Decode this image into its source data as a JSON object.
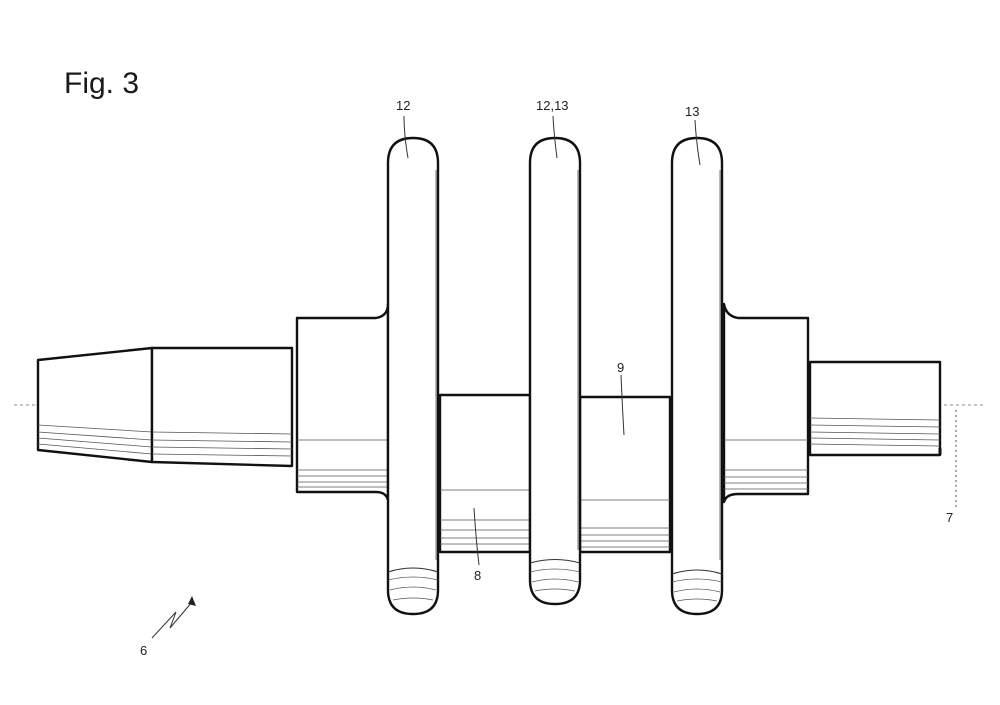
{
  "figure": {
    "title": "Fig. 3",
    "labels": {
      "web_left": "12",
      "web_middle": "12,13",
      "web_right": "13",
      "centre_body": "9",
      "lower_body": "8",
      "axis_offset": "7",
      "direction_arrow": "6"
    }
  }
}
